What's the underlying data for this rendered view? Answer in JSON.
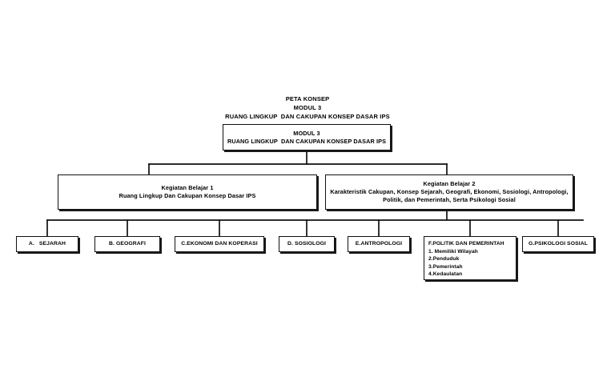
{
  "document": {
    "type": "concept-map",
    "language": "id",
    "background_color": "#ffffff",
    "line_color": "#111111"
  },
  "title": {
    "line1": "PETA KONSEP",
    "line2": "MODUL 3",
    "line3": "RUANG LINGKUP  DAN CAKUPAN KONSEP DASAR IPS"
  },
  "root": {
    "line1": "MODUL 3",
    "line2": "RUANG LINGKUP  DAN CAKUPAN KONSEP DASAR IPS"
  },
  "branches": [
    {
      "id": "kegiatan-belajar-1",
      "line1": "Kegiatan Belajar 1",
      "line2": "Ruang Lingkup Dan Cakupan Konsep Dasar IPS",
      "line3": ""
    },
    {
      "id": "kegiatan-belajar-2",
      "line1": "Kegiatan Belajar 2",
      "line2": "Karakteristik Cakupan, Konsep Sejarah, Geografi, Ekonomi, Sosiologi, Antropologi,",
      "line3": "Politik, dan Pemerintah, Serta Psikologi Sosial"
    }
  ],
  "leaves": [
    {
      "id": "sejarah",
      "label": "A.   SEJARAH"
    },
    {
      "id": "geografi",
      "label": "B. GEOGRAFI"
    },
    {
      "id": "ekonomi",
      "label": "C.EKONOMI DAN KOPERASI"
    },
    {
      "id": "sosiologi",
      "label": "D. SOSIOLOGI"
    },
    {
      "id": "antropologi",
      "label": "E.ANTROPOLOGI"
    },
    {
      "id": "politik",
      "label": "F.POLITIK DAN PEMERINTAH",
      "items": [
        "1. Memiliki Wilayah",
        "2.Penduduk",
        "3.Pemerintah",
        "4.Kedaulatan"
      ]
    },
    {
      "id": "psikologi",
      "label": "G.PSIKOLOGI SOSIAL"
    }
  ],
  "chart_data": {
    "type": "table",
    "title": "PETA KONSEP MODUL 3 - RUANG LINGKUP DAN CAKUPAN KONSEP DASAR IPS",
    "levels": [
      {
        "level": 1,
        "nodes": [
          "MODUL 3 / RUANG LINGKUP  DAN CAKUPAN KONSEP DASAR IPS"
        ]
      },
      {
        "level": 2,
        "nodes": [
          "Kegiatan Belajar 1",
          "Kegiatan Belajar 2"
        ]
      },
      {
        "level": 3,
        "nodes": [
          "A.   SEJARAH",
          "B. GEOGRAFI",
          "C.EKONOMI DAN KOPERASI",
          "D. SOSIOLOGI",
          "E.ANTROPOLOGI",
          "F.POLITIK DAN PEMERINTAH",
          "G.PSIKOLOGI SOSIAL"
        ]
      }
    ]
  }
}
